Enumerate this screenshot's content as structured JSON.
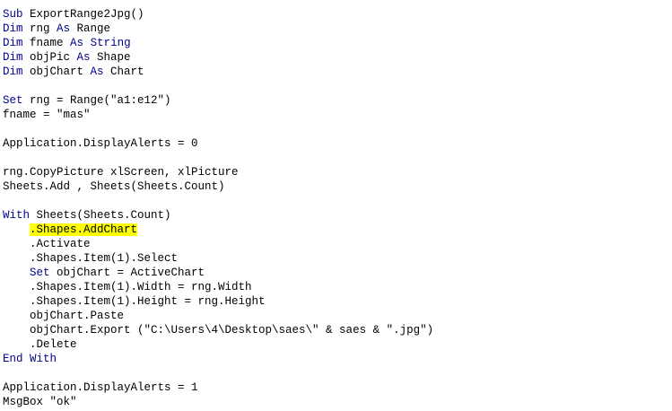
{
  "colors": {
    "background": "#ffffff",
    "text": "#000000",
    "keyword": "#00008b",
    "highlight": "#ffff00"
  },
  "lines": [
    [
      {
        "text": "Sub",
        "kind": "kw"
      },
      {
        "text": " ExportRange2Jpg()",
        "kind": "txt"
      }
    ],
    [
      {
        "text": "Dim",
        "kind": "kw"
      },
      {
        "text": " rng ",
        "kind": "txt"
      },
      {
        "text": "As",
        "kind": "kw"
      },
      {
        "text": " Range",
        "kind": "txt"
      }
    ],
    [
      {
        "text": "Dim",
        "kind": "kw"
      },
      {
        "text": " fname ",
        "kind": "txt"
      },
      {
        "text": "As",
        "kind": "kw"
      },
      {
        "text": " ",
        "kind": "txt"
      },
      {
        "text": "String",
        "kind": "kw"
      }
    ],
    [
      {
        "text": "Dim",
        "kind": "kw"
      },
      {
        "text": " objPic ",
        "kind": "txt"
      },
      {
        "text": "As",
        "kind": "kw"
      },
      {
        "text": " Shape",
        "kind": "txt"
      }
    ],
    [
      {
        "text": "Dim",
        "kind": "kw"
      },
      {
        "text": " objChart ",
        "kind": "txt"
      },
      {
        "text": "As",
        "kind": "kw"
      },
      {
        "text": " Chart",
        "kind": "txt"
      }
    ],
    [],
    [
      {
        "text": "Set",
        "kind": "kw"
      },
      {
        "text": " rng = Range(\"a1:e12\")",
        "kind": "txt"
      }
    ],
    [
      {
        "text": "fname = \"mas\"",
        "kind": "txt"
      }
    ],
    [],
    [
      {
        "text": "Application.DisplayAlerts = 0",
        "kind": "txt"
      }
    ],
    [],
    [
      {
        "text": "rng.CopyPicture xlScreen, xlPicture",
        "kind": "txt"
      }
    ],
    [
      {
        "text": "Sheets.Add , Sheets(Sheets.Count)",
        "kind": "txt"
      }
    ],
    [],
    [
      {
        "text": "With",
        "kind": "kw"
      },
      {
        "text": " Sheets(Sheets.Count)",
        "kind": "txt"
      }
    ],
    [
      {
        "text": "    ",
        "kind": "txt"
      },
      {
        "text": ".Shapes.AddChart",
        "kind": "hl"
      }
    ],
    [
      {
        "text": "    .Activate",
        "kind": "txt"
      }
    ],
    [
      {
        "text": "    .Shapes.Item(1).Select",
        "kind": "txt"
      }
    ],
    [
      {
        "text": "    ",
        "kind": "txt"
      },
      {
        "text": "Set",
        "kind": "kw"
      },
      {
        "text": " objChart = ActiveChart",
        "kind": "txt"
      }
    ],
    [
      {
        "text": "    .Shapes.Item(1).Width = rng.Width",
        "kind": "txt"
      }
    ],
    [
      {
        "text": "    .Shapes.Item(1).Height = rng.Height",
        "kind": "txt"
      }
    ],
    [
      {
        "text": "    objChart.Paste",
        "kind": "txt"
      }
    ],
    [
      {
        "text": "    objChart.Export (\"C:\\Users\\4\\Desktop\\saes\\\" & saes & \".jpg\")",
        "kind": "txt"
      }
    ],
    [
      {
        "text": "    .Delete",
        "kind": "txt"
      }
    ],
    [
      {
        "text": "End",
        "kind": "kw"
      },
      {
        "text": " ",
        "kind": "txt"
      },
      {
        "text": "With",
        "kind": "kw"
      }
    ],
    [],
    [
      {
        "text": "Application.DisplayAlerts = 1",
        "kind": "txt"
      }
    ],
    [
      {
        "text": "MsgBox \"ok\"",
        "kind": "txt"
      }
    ]
  ]
}
